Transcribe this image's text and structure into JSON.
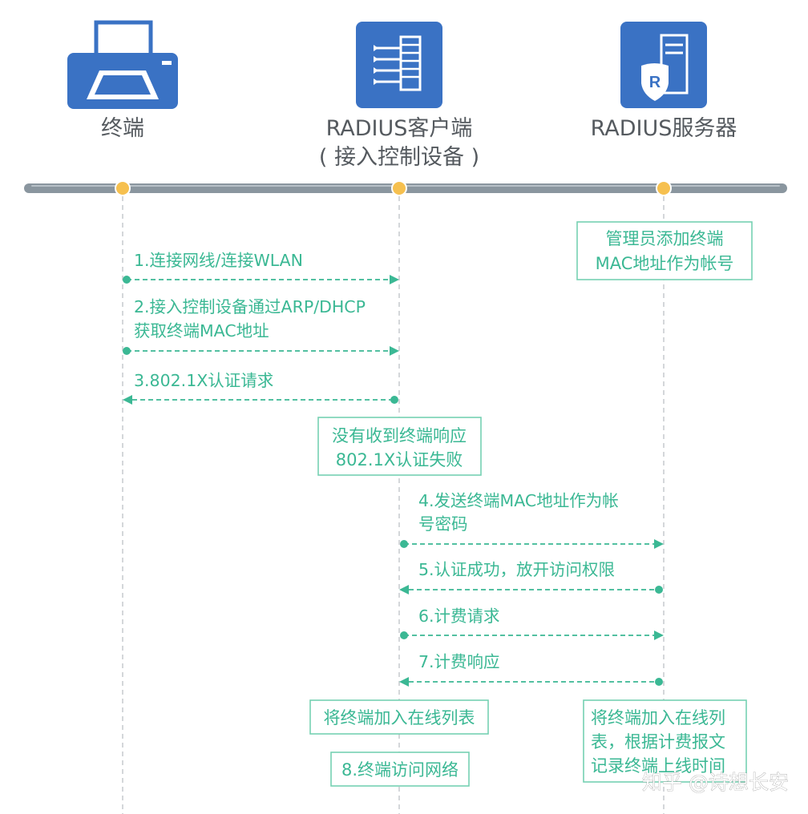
{
  "nodes": [
    {
      "label": "终端",
      "icon": "printer-icon"
    },
    {
      "label": "RADIUS客户端",
      "sublabel": "( 接入控制设备 )",
      "icon": "access-switch-icon"
    },
    {
      "label": "RADIUS服务器",
      "icon": "radius-server-icon"
    }
  ],
  "notes": {
    "server_add": [
      "管理员添加终端",
      "MAC地址作为帐号"
    ],
    "client_fail": [
      "没有收到终端响应",
      "802.1X认证失败"
    ],
    "client_online": "将终端加入在线列表",
    "client_access": "8.终端访问网络",
    "server_record": [
      "将终端加入在线列",
      "表，根据计费报文",
      "记录终端上线时间"
    ]
  },
  "messages": [
    {
      "lines": [
        "1.连接网线/连接WLAN"
      ]
    },
    {
      "lines": [
        "2.接入控制设备通过ARP/DHCP",
        "获取终端MAC地址"
      ]
    },
    {
      "lines": [
        "3.802.1X认证请求"
      ]
    },
    {
      "lines": [
        "4.发送终端MAC地址作为帐",
        "号密码"
      ]
    },
    {
      "lines": [
        "5.认证成功，放开访问权限"
      ]
    },
    {
      "lines": [
        "6.计费请求"
      ]
    },
    {
      "lines": [
        "7.计费响应"
      ]
    }
  ],
  "watermark": "知乎 @诗想长安",
  "colors": {
    "icon_blue": "#3a72c4",
    "message_green": "#3bb894",
    "note_border": "#76d1b2",
    "timeline_gray": "#8a969f",
    "node_dot": "#f6c04f",
    "lifeline": "#c9cdd1"
  }
}
